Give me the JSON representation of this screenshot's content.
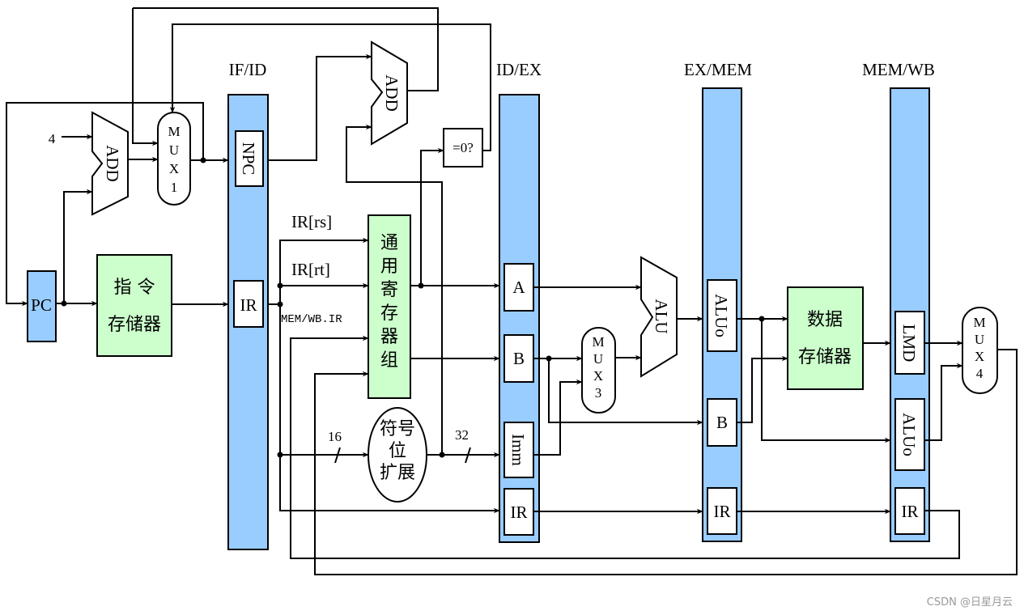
{
  "stages": {
    "if_id": "IF/ID",
    "id_ex": "ID/EX",
    "ex_mem": "EX/MEM",
    "mem_wb": "MEM/WB"
  },
  "components": {
    "pc": "PC",
    "const_4": "4",
    "add_pc": "ADD",
    "add_branch": "ADD",
    "mux1": [
      "M",
      "U",
      "X",
      "1"
    ],
    "mux3": [
      "M",
      "U",
      "X",
      "3"
    ],
    "mux4": [
      "M",
      "U",
      "X",
      "4"
    ],
    "inst_mem": [
      "指 令",
      "存储器"
    ],
    "reg_file": [
      "通",
      "用",
      "寄",
      "存",
      "器",
      "组"
    ],
    "sign_ext": [
      "符号",
      "位",
      "扩展"
    ],
    "zero_test": "=0?",
    "alu": "ALU",
    "data_mem": [
      "数据",
      "存储器"
    ]
  },
  "registers": {
    "if_id_npc": "NPC",
    "if_id_ir": "IR",
    "id_ex_a": "A",
    "id_ex_b": "B",
    "id_ex_imm": "Imm",
    "id_ex_ir": "IR",
    "ex_mem_aluo": "ALUo",
    "ex_mem_b": "B",
    "ex_mem_ir": "IR",
    "mem_wb_lmd": "LMD",
    "mem_wb_aluo": "ALUo",
    "mem_wb_ir": "IR"
  },
  "signals": {
    "ir_rs": "IR[rs]",
    "ir_rt": "IR[rt]",
    "mem_wb_ir": "MEM/WB.IR",
    "width_16": "16",
    "width_32": "32"
  },
  "watermark": "CSDN @日星月云"
}
